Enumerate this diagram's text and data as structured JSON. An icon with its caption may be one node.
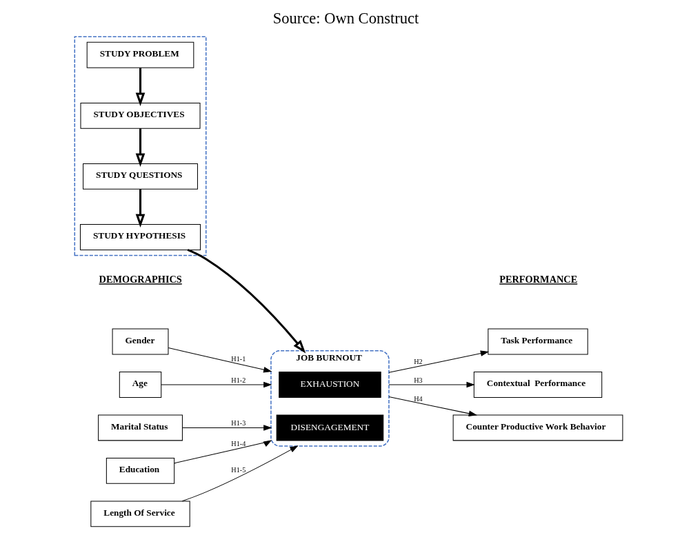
{
  "diagram": {
    "title": "Source: Own Construct",
    "nodes": [
      {
        "text": [],
        "shape": "box"
      },
      {
        "text": [
          "STUDY PROBLEM"
        ],
        "in": 0
      },
      {
        "text": [
          "STUDY OBJECTIVES"
        ],
        "in": 0
      },
      {
        "text": [
          "STUDY QUESTIONS"
        ],
        "in": 0
      },
      {
        "text": [
          "STUDY HYPOTHESIS"
        ],
        "in": 0
      },
      {
        "text": [
          "JOB BURNOUT"
        ]
      },
      {
        "text": [
          "EXHAUSTION"
        ],
        "in": 5
      },
      {
        "text": [
          "DISENGAGEMENT"
        ],
        "in": 5
      },
      {
        "text": [
          "Gender"
        ]
      },
      {
        "text": [
          "Age"
        ]
      },
      {
        "text": [
          "Marital Status"
        ]
      },
      {
        "text": [
          "Education"
        ]
      },
      {
        "text": [
          "Length Of Service"
        ]
      },
      {
        "text": [
          "Task Performance"
        ]
      },
      {
        "text": [
          "Contextual  Performance"
        ]
      },
      {
        "text": [
          "Counter Productive Work Behavior"
        ]
      }
    ],
    "edges": [
      {
        "from": 1,
        "to": 2,
        "arrow": "to",
        "style": "thick"
      },
      {
        "from": 2,
        "to": 3,
        "arrow": "to",
        "style": "thick"
      },
      {
        "from": 3,
        "to": 4,
        "arrow": "to",
        "style": "thick"
      },
      {
        "from": 4,
        "to": 5,
        "arrow": "to",
        "style": "thick"
      },
      {
        "from": 8,
        "to": 5,
        "arrow": "to",
        "label": "H1-1"
      },
      {
        "from": 9,
        "to": 5,
        "arrow": "to",
        "label": "H1-2"
      },
      {
        "from": 10,
        "to": 5,
        "arrow": "to",
        "label": "H1-3"
      },
      {
        "from": 11,
        "to": 5,
        "arrow": "to",
        "label": "H1-4"
      },
      {
        "from": 12,
        "to": 5,
        "arrow": "to",
        "label": "H1-5"
      },
      {
        "from": 5,
        "to": 13,
        "arrow": "to",
        "label": "H2"
      },
      {
        "from": 5,
        "to": 14,
        "arrow": "to",
        "label": "H3"
      },
      {
        "from": 5,
        "to": 15,
        "arrow": "to",
        "label": "H4"
      }
    ],
    "labels": [
      "DEMOGRAPHICS",
      "PERFORMANCE"
    ]
  }
}
